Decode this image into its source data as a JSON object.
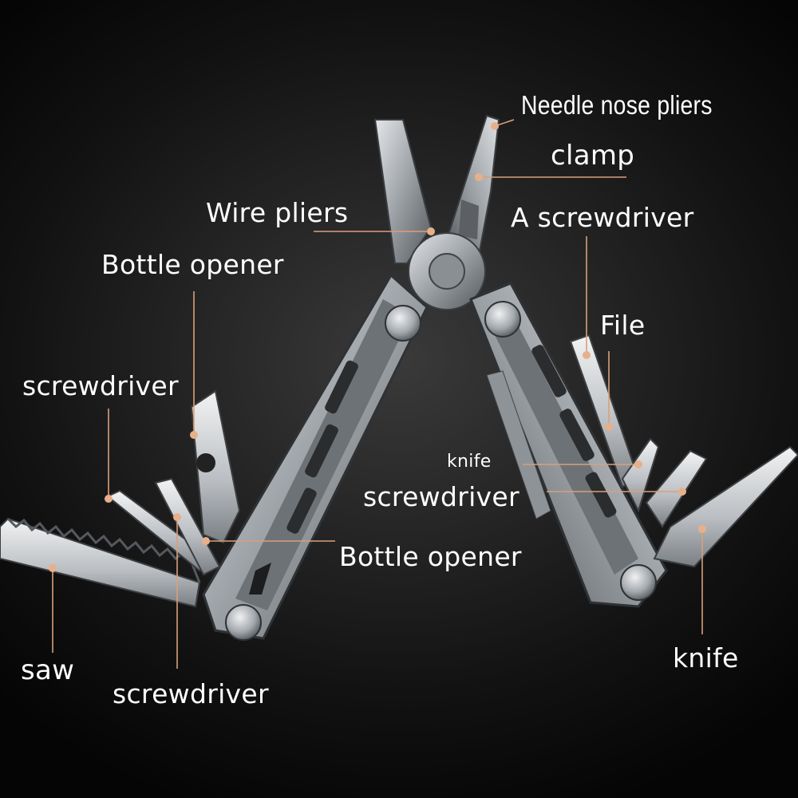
{
  "theme": {
    "background": "#000000",
    "label_color": "#ffffff",
    "leader_color": "#d9a07a",
    "dot_color": "#e8b08a",
    "steel_light": "#d6d8da",
    "steel_mid": "#9aa0a5",
    "steel_dark": "#4a4e52"
  },
  "labels": {
    "needle_nose_pliers": "Needle nose pliers",
    "clamp": "clamp",
    "wire_pliers": "Wire pliers",
    "a_screwdriver": "A screwdriver",
    "bottle_opener_top": "Bottle opener",
    "file": "File",
    "screwdriver_left": "screwdriver",
    "knife_small": "knife",
    "screwdriver_mid": "screwdriver",
    "bottle_opener_mid": "Bottle opener",
    "saw": "saw",
    "knife_right": "knife",
    "screwdriver_bottom": "screwdriver"
  }
}
